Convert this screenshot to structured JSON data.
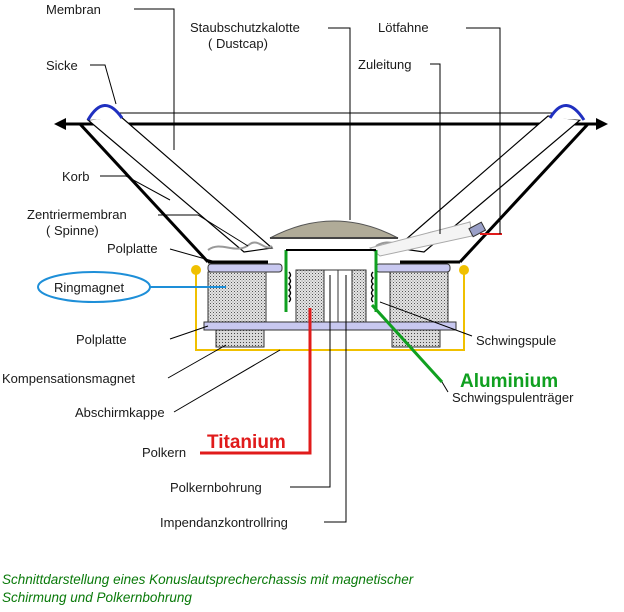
{
  "labels": {
    "membran": "Membran",
    "sicke": "Sicke",
    "korb": "Korb",
    "zentriermembran_1": "Zentriermembran",
    "zentriermembran_2": "( Spinne)",
    "polplatte_top": "Polplatte",
    "ringmagnet": "Ringmagnet",
    "polplatte_bottom": "Polplatte",
    "kompensationsmagnet": "Kompensationsmagnet",
    "abschirmkappe": "Abschirmkappe",
    "polkern": "Polkern",
    "titanium": "Titanium",
    "polkernbohrung": "Polkernbohrung",
    "impendanzkontrollring": "Impendanzkontrollring",
    "staubschutz_1": "Staubschutzkalotte",
    "staubschutz_2": "( Dustcap)",
    "loetfahne": "Lötfahne",
    "zuleitung": "Zuleitung",
    "schwingspule": "Schwingspule",
    "aluminium": "Aluminium",
    "schwingspulentraeger": "Schwingspulenträger"
  },
  "caption": {
    "line1": "Schnittdarstellung eines Konuslautsprecherchassis  mit magnetischer",
    "line2": "Schirmung und Polkernbohrung"
  },
  "colors": {
    "titanium": "#e01b1b",
    "aluminium": "#10a020",
    "ringmagnet_ellipse": "#1e8fd8",
    "shield": "#f0c000",
    "pole_plate": "#c8c8f0",
    "sicke": "#2030c0"
  }
}
